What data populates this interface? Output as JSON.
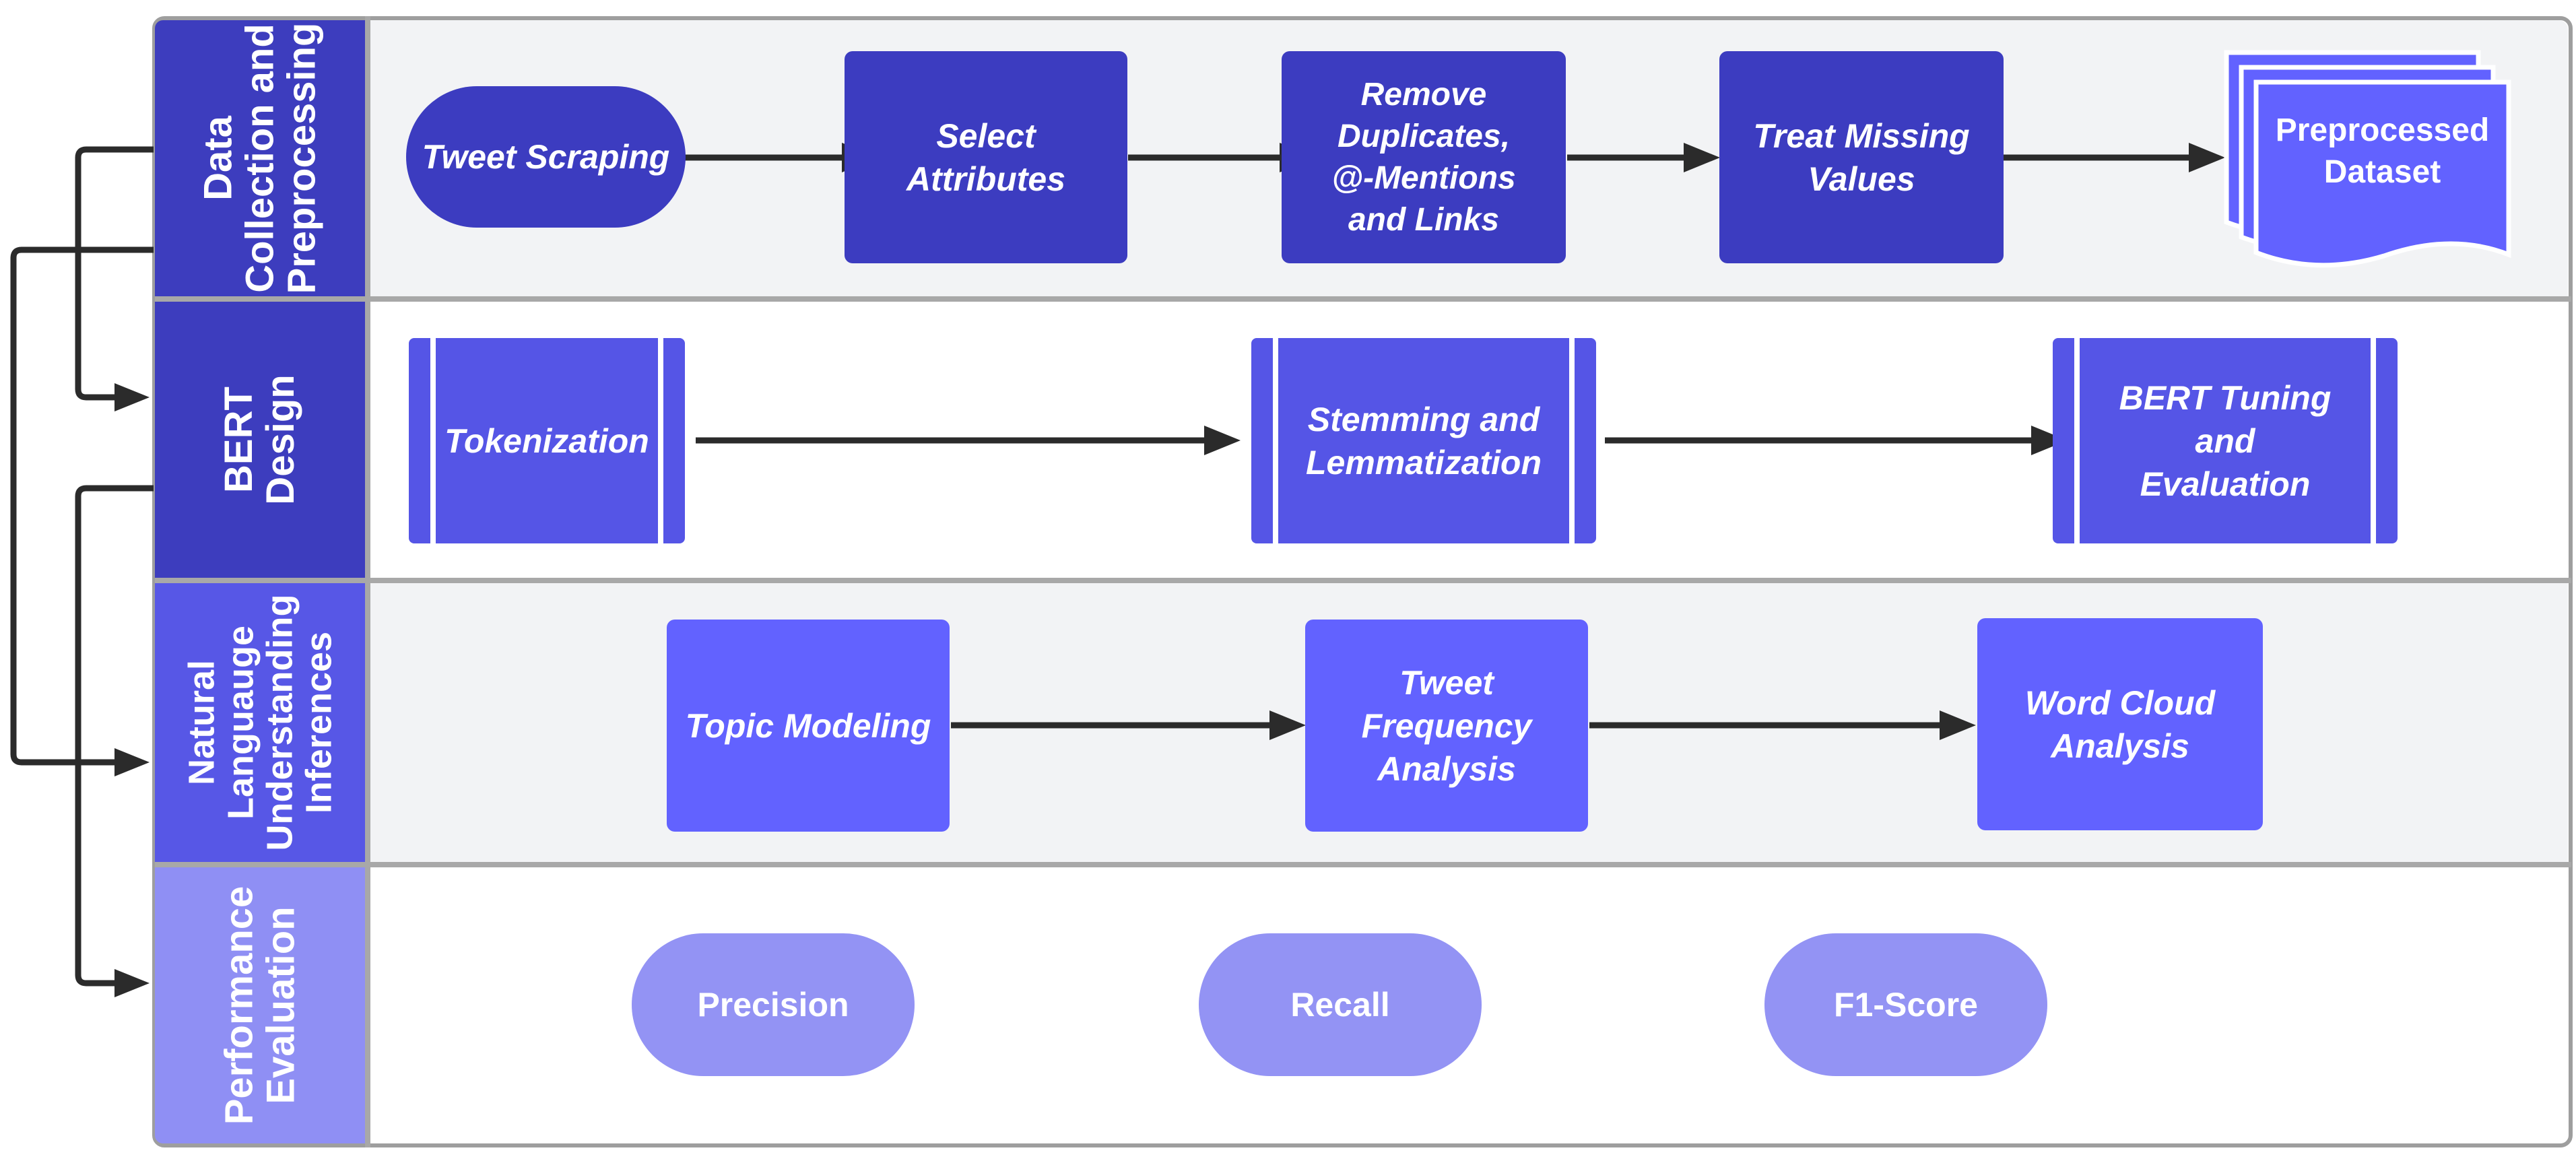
{
  "colors": {
    "lane_header_dark": "#3d3dbe",
    "lane_header_mid": "#5757e6",
    "lane_header_light": "#8f8ff4",
    "node_dark": "#3c3cc0",
    "node_mid": "#5555e6",
    "node_bright": "#6262ff",
    "node_light": "#9393f4",
    "lane_bg_gray": "#f2f3f5",
    "lane_bg_white": "#ffffff",
    "arrow": "#2b2b2b",
    "border": "#9e9e9e"
  },
  "lanes": [
    {
      "label": "Data\nCollection and\nPreprocessing"
    },
    {
      "label": "BERT Design"
    },
    {
      "label": "Natural\nLanguauge\nUnderstanding\nInferences"
    },
    {
      "label": "Performance\nEvaluation"
    }
  ],
  "nodes": {
    "tweet_scraping": "Tweet Scraping",
    "select_attributes": "Select\nAttributes",
    "remove_duplicates": "Remove\nDuplicates,\n@-Mentions\nand Links",
    "treat_missing": "Treat Missing\nValues",
    "preprocessed_dataset": "Preprocessed\nDataset",
    "tokenization": "Tokenization",
    "stemming": "Stemming and\nLemmatization",
    "bert_tuning": "BERT Tuning\nand\nEvaluation",
    "topic_modeling": "Topic Modeling",
    "tweet_frequency": "Tweet\nFrequency\nAnalysis",
    "word_cloud": "Word Cloud\nAnalysis",
    "precision": "Precision",
    "recall": "Recall",
    "f1_score": "F1-Score"
  }
}
